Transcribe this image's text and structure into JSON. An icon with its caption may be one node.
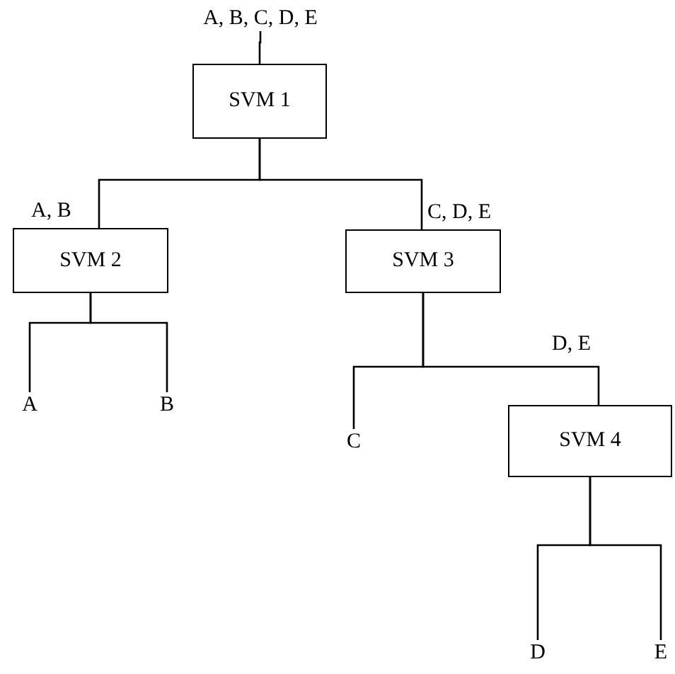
{
  "diagram": {
    "nodes": [
      {
        "text": [
          "A, B, C, D, E"
        ]
      },
      {
        "text": [
          "SVM 1"
        ]
      },
      {
        "text": [
          "SVM 2"
        ]
      },
      {
        "text": [
          "SVM 3"
        ]
      },
      {
        "text": [
          "A"
        ]
      },
      {
        "text": [
          "B"
        ]
      },
      {
        "text": [
          "C"
        ]
      },
      {
        "text": [
          "SVM 4"
        ]
      },
      {
        "text": [
          "D"
        ]
      },
      {
        "text": [
          "E"
        ]
      }
    ],
    "edges": [
      {
        "from": 0,
        "to": 1,
        "arrow": "none"
      },
      {
        "from": 1,
        "to": 2,
        "arrow": "none",
        "label": "A, B"
      },
      {
        "from": 1,
        "to": 3,
        "arrow": "none",
        "label": "C, D, E"
      },
      {
        "from": 2,
        "to": 4,
        "arrow": "none"
      },
      {
        "from": 2,
        "to": 5,
        "arrow": "none"
      },
      {
        "from": 3,
        "to": 6,
        "arrow": "none"
      },
      {
        "from": 3,
        "to": 7,
        "arrow": "none",
        "label": "D, E"
      },
      {
        "from": 7,
        "to": 8,
        "arrow": "none"
      },
      {
        "from": 7,
        "to": 9,
        "arrow": "none"
      }
    ]
  }
}
